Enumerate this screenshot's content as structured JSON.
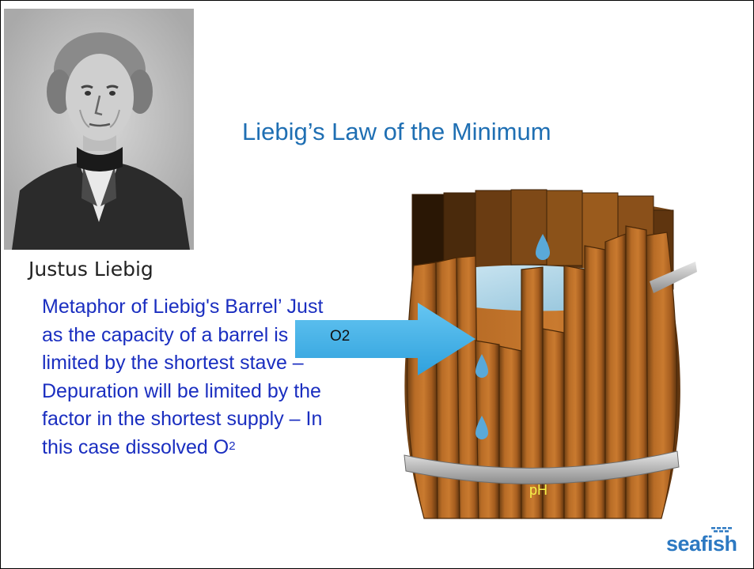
{
  "slide": {
    "title": "Liebig’s Law of the Minimum",
    "portrait_caption": "Justus Liebig",
    "body_text": "Metaphor of Liebig's Barrel’ Just as the capacity of a barrel is limited by the shortest stave – Depuration will be limited by the factor in the shortest supply – In this case dissolved O",
    "body_superscript": "2"
  },
  "diagram": {
    "arrow_label": "O2",
    "stave_label": "pH"
  },
  "logo": {
    "text": "seafish"
  },
  "icons": [
    "portrait-image",
    "barrel-image",
    "arrow-icon",
    "seafish-logo-icon"
  ],
  "colors": {
    "title": "#1f6fb3",
    "body": "#1a2ec0",
    "arrow": "#41b3ea",
    "ph_label": "#f6f24a",
    "logo": "#2d79c2"
  }
}
